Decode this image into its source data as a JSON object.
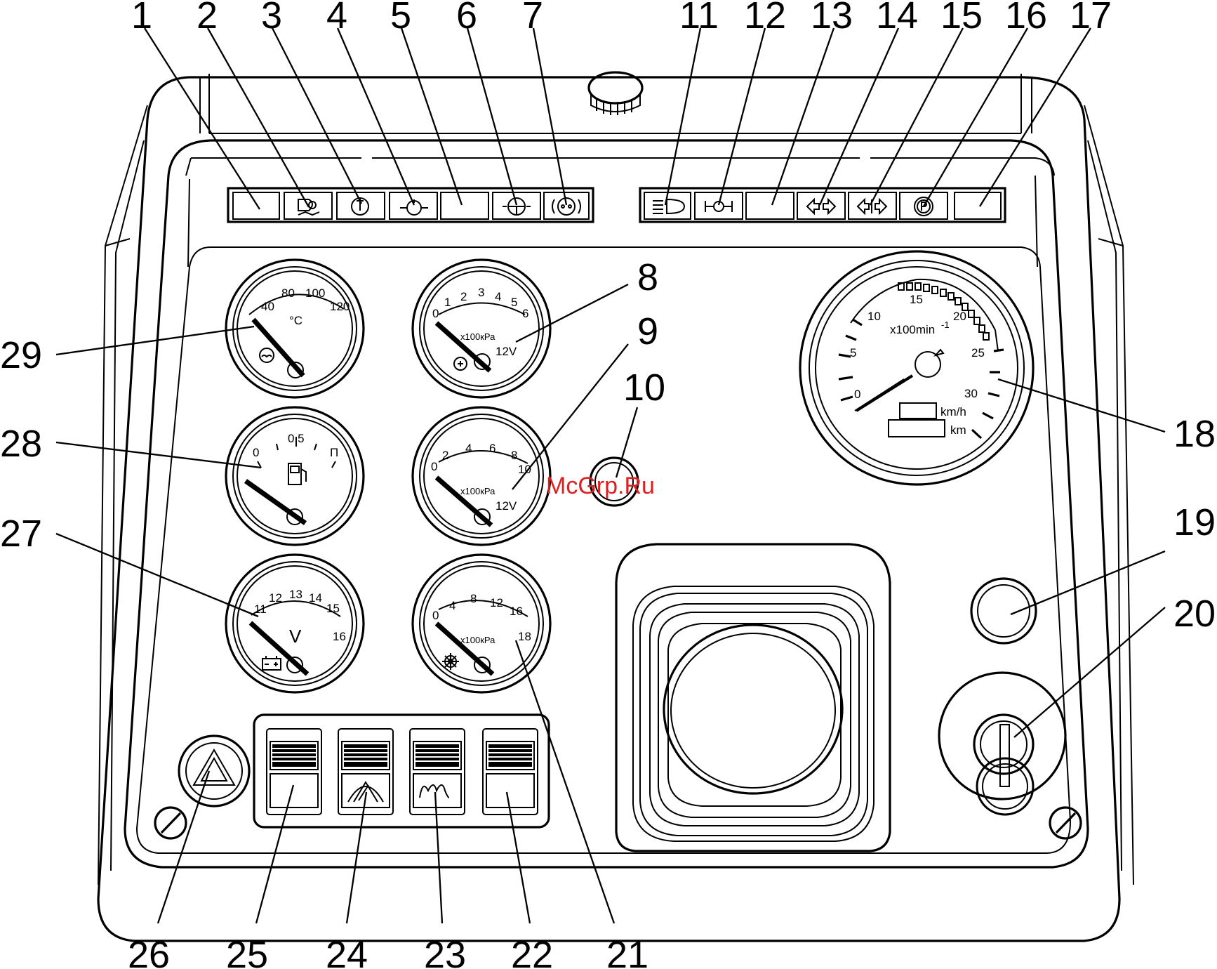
{
  "callouts": {
    "n1": "1",
    "n2": "2",
    "n3": "3",
    "n4": "4",
    "n5": "5",
    "n6": "6",
    "n7": "7",
    "n8": "8",
    "n9": "9",
    "n10": "10",
    "n11": "11",
    "n12": "12",
    "n13": "13",
    "n14": "14",
    "n15": "15",
    "n16": "16",
    "n17": "17",
    "n18": "18",
    "n19": "19",
    "n20": "20",
    "n21": "21",
    "n22": "22",
    "n23": "23",
    "n24": "24",
    "n25": "25",
    "n26": "26",
    "n27": "27",
    "n28": "28",
    "n29": "29"
  },
  "gauges": {
    "temp": {
      "ticks": [
        "40",
        "80",
        "100",
        "120"
      ],
      "unit": "°C",
      "icon": "coolant-temp-icon"
    },
    "fuel": {
      "ticks": [
        "0",
        "0.5",
        "П"
      ],
      "icon": "fuel-pump-icon"
    },
    "volt": {
      "ticks": [
        "11",
        "12",
        "13",
        "14",
        "15",
        "16"
      ],
      "unit": "V",
      "icon": "battery-icon"
    },
    "oil": {
      "ticks": [
        "0",
        "1",
        "2",
        "3",
        "4",
        "5",
        "6"
      ],
      "unit": "x100кРа",
      "volt": "12V",
      "icon": "oil-can-icon"
    },
    "air": {
      "ticks": [
        "0",
        "2",
        "4",
        "6",
        "8",
        "10"
      ],
      "unit": "x100кРа",
      "volt": "12V"
    },
    "brake": {
      "ticks": [
        "0",
        "4",
        "8",
        "12",
        "16",
        "18"
      ],
      "unit": "x100кРа",
      "icon": "gear-pressure-icon"
    },
    "tacho": {
      "ticks": [
        "0",
        "5",
        "10",
        "15",
        "20",
        "25",
        "30"
      ],
      "unit": "x100min",
      "unit_sup": "-1",
      "speed_unit": "km/h",
      "odo_unit": "km"
    }
  },
  "watermark": "McGrp.Ru",
  "icons": {
    "left_panel": [
      "blank",
      "air-filter-icon",
      "coolant-level-icon",
      "oil-pressure-icon",
      "blank",
      "steering-icon",
      "brake-fluid-icon"
    ],
    "right_panel": [
      "high-beam-icon",
      "handbrake-icon",
      "blank",
      "turn-signal-icon",
      "trailer-turn-signal-icon",
      "parking-brake-icon",
      "blank"
    ],
    "switches": [
      "blank",
      "wiper-icon",
      "heater-icon",
      "blank"
    ],
    "misc": [
      "hazard-triangle-icon",
      "ignition-key-icon"
    ]
  }
}
